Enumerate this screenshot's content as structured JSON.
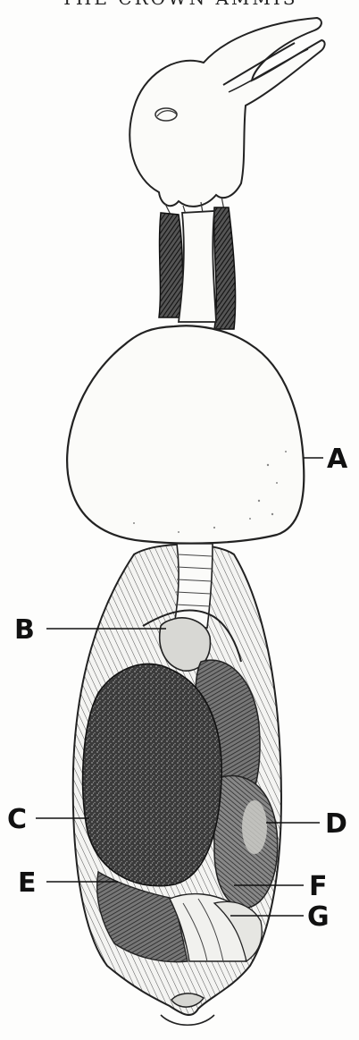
{
  "header": {
    "running_title": "THE CROWN AMMIS"
  },
  "labels": {
    "a": "A",
    "b": "B",
    "c": "C",
    "d": "D",
    "e": "E",
    "f": "F",
    "g": "G"
  }
}
